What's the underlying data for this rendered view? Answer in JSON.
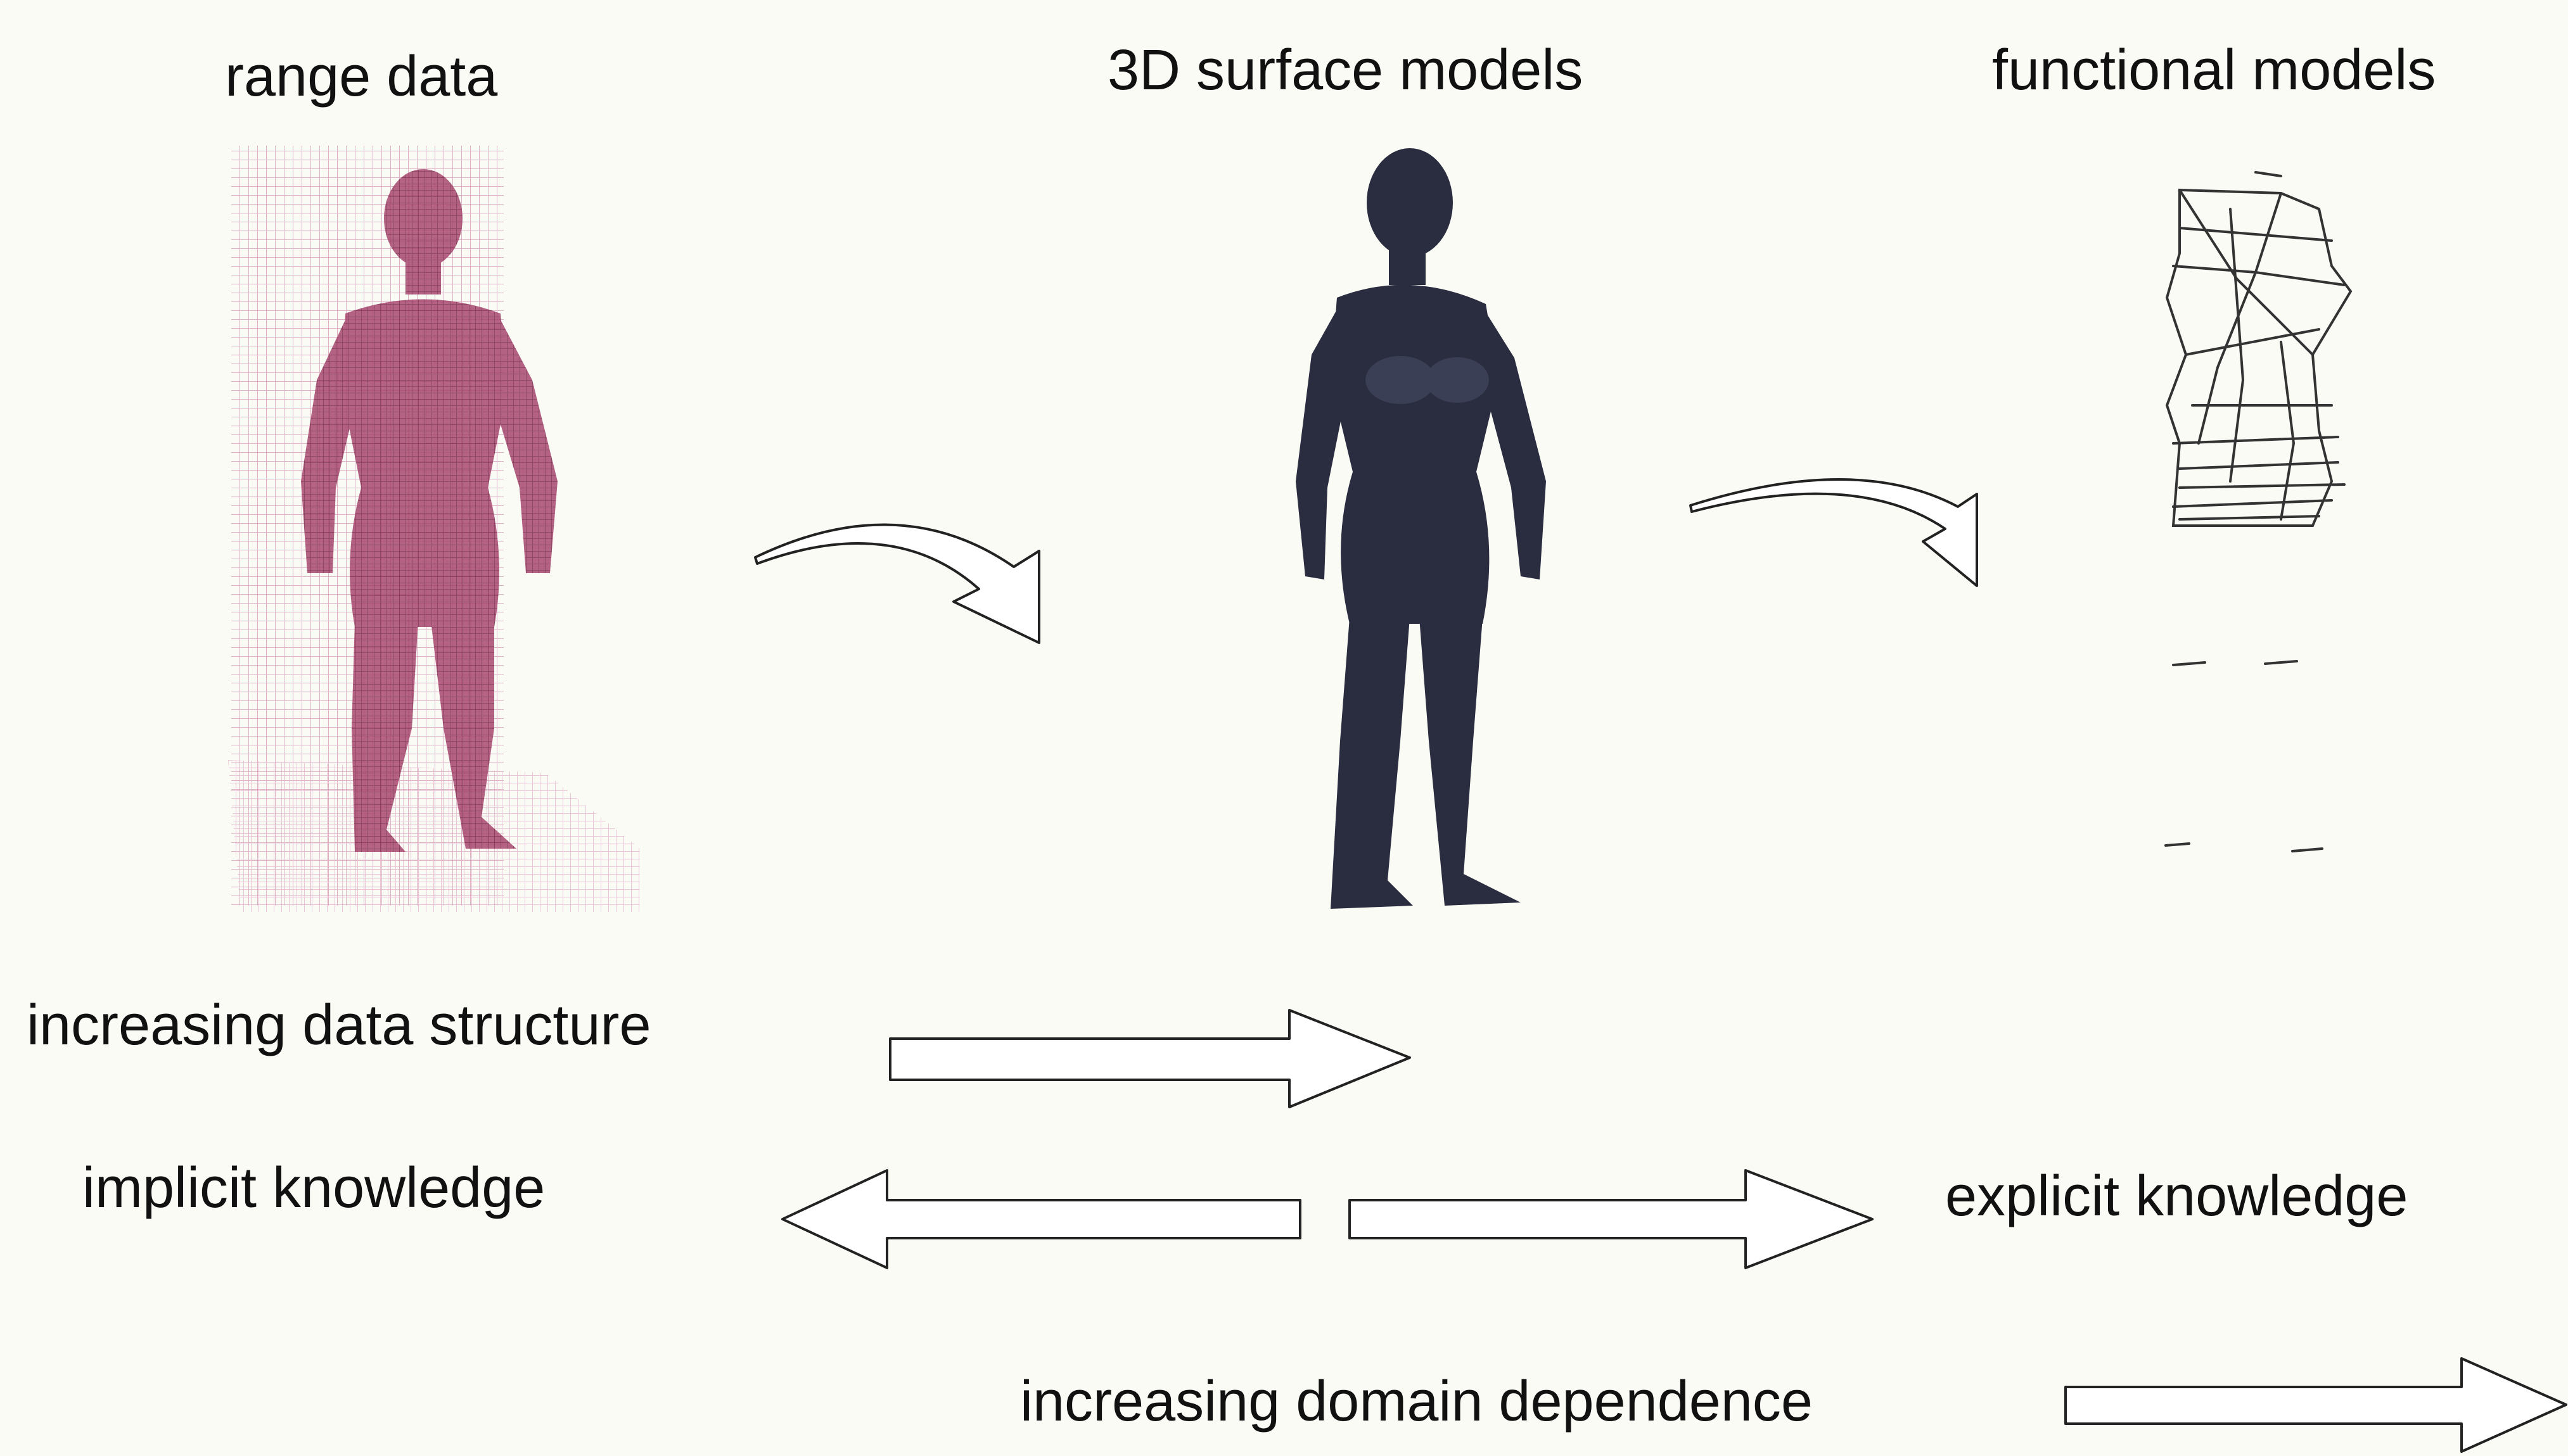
{
  "column_titles": {
    "range": "range data",
    "surface": "3D surface models",
    "functional": "functional models"
  },
  "axis_labels": {
    "data_structure": "increasing data structure",
    "implicit": "implicit knowledge",
    "explicit": "explicit knowledge",
    "domain_dependence": "increasing domain dependence"
  },
  "colors": {
    "range_mesh": "#c0608a",
    "surface_figure": "#2a2d3f",
    "functional_lines": "#333333",
    "arrow_stroke": "#222222"
  },
  "icons": {
    "range": "range-data-human-figure",
    "surface": "surface-model-human-figure",
    "functional": "functional-model-wireframe"
  }
}
